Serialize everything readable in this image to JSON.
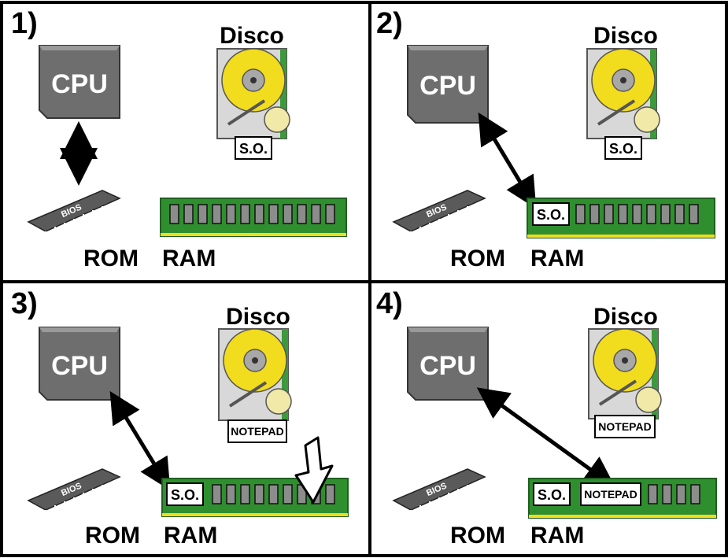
{
  "labels": {
    "cpu": "CPU",
    "disk": "Disco",
    "rom": "ROM",
    "ram": "RAM",
    "bios": "BIOS",
    "os": "S.O.",
    "app": "NOTEPAD"
  },
  "panels": [
    {
      "number": "1)",
      "disk_content": "S.O.",
      "ram_content": [],
      "arrow": "cpu-rom",
      "load_arrow": false
    },
    {
      "number": "2)",
      "disk_content": "S.O.",
      "ram_content": [
        "S.O."
      ],
      "arrow": "cpu-ram-os",
      "load_arrow": false
    },
    {
      "number": "3)",
      "disk_content": "NOTEPAD",
      "ram_content": [
        "S.O."
      ],
      "arrow": "cpu-ram-os",
      "load_arrow": true
    },
    {
      "number": "4)",
      "disk_content": "NOTEPAD",
      "ram_content": [
        "S.O.",
        "NOTEPAD"
      ],
      "arrow": "cpu-ram-app",
      "load_arrow": false
    }
  ],
  "colors": {
    "cpu": "#6e6e6e",
    "cpu_top": "#9a9a9a",
    "disk_platter": "#f2dc1e",
    "disk_body": "#d8d8d8",
    "ram_board": "#2f8f2f",
    "ram_chip": "#8c8c8c",
    "border": "#000000"
  }
}
